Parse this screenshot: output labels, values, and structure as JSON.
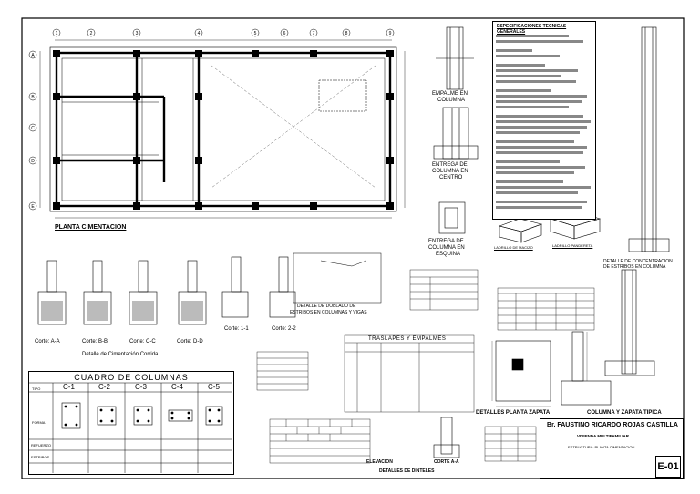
{
  "plan": {
    "title": "PLANTA CIMENTACION",
    "axes_top": [
      "1",
      "2",
      "3",
      "4",
      "5",
      "6",
      "7",
      "8",
      "9"
    ],
    "axes_side": [
      "A",
      "B",
      "C",
      "D",
      "E"
    ]
  },
  "details": {
    "empalme": [
      "EMPALME EN",
      "COLUMNA"
    ],
    "entrega_centro": [
      "ENTREGA DE",
      "COLUMNA EN",
      "CENTRO"
    ],
    "entrega_esquina": [
      "ENTREGA DE",
      "COLUMNA EN",
      "ESQUINA"
    ],
    "doblado": [
      "DETALLE DE DOBLADO DE",
      "ESTRIBOS EN COLUMNAS Y VIGAS"
    ],
    "cortes": [
      "Corte: A-A",
      "Corte: B-B",
      "Corte: C-C",
      "Corte: D-D"
    ],
    "cortes_caption": "Detalle de Cimentación Corrida",
    "corte_11": "Corte: 1-1",
    "corte_22": "Corte: 2-2",
    "ladrillo_macizo": "LADRILLO DE MACIZO",
    "ladrillo_pandereta": "LADRILLO PANDERETA",
    "concentracion": [
      "DETALLE DE CONCENTRACION",
      "DE ESTRIBOS EN COLUMNA"
    ],
    "traslapes": "TRASLAPES Y EMPALMES",
    "zapata_planta": "DETALLES PLANTA ZAPATA",
    "zapata_tipica": "COLUMNA Y ZAPATA TIPICA",
    "elevacion": "ELEVACION",
    "dinteles": "DETALLES DE DINTELES",
    "corte_aa": "CORTE A-A",
    "cuadro_columnas": "CUADRO DE COLUMNAS",
    "columnas": [
      "C-1",
      "C-2",
      "C-3",
      "C-4",
      "C-5"
    ],
    "row_tipo": "TIPO",
    "row_forma": "FORMA",
    "row_refuerzo": "REFUERZO",
    "row_estribos": "ESTRIBOS"
  },
  "specs": {
    "title": "ESPECIFICACIONES TECNICAS GENERALES"
  },
  "title_block": {
    "bachiller": "Br. FAUSTINO RICARDO ROJAS CASTILLA",
    "proyecto": "VIVIENDA MULTIFAMILIAR",
    "plano": "ESTRUCTURA: PLANTA CIMENTACION",
    "codigo": "E-01"
  }
}
